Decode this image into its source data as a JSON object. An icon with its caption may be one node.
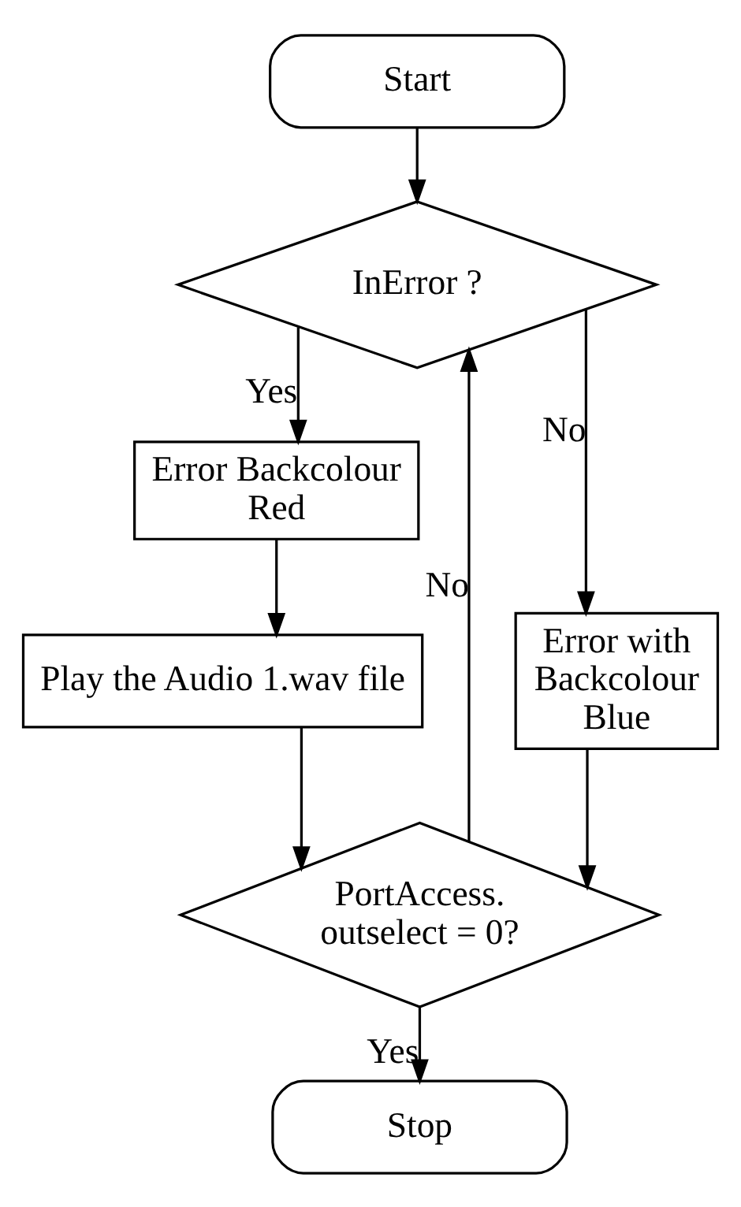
{
  "diagram": {
    "nodes": [
      {
        "text": [
          "Start"
        ]
      },
      {
        "text": [
          "InError ?"
        ]
      },
      {
        "text": [
          "Error Backcolour Red"
        ]
      },
      {
        "text": [
          "Play the Audio 1.wav file"
        ]
      },
      {
        "text": [
          "Error with Backcolour Blue"
        ]
      },
      {
        "text": [
          "PortAccess. outselect = 0?"
        ]
      },
      {
        "text": [
          "Stop"
        ]
      }
    ],
    "edges": [
      {
        "from": 0,
        "to": 1,
        "arrow": "to"
      },
      {
        "from": 1,
        "to": 2,
        "arrow": "to",
        "label": "Yes"
      },
      {
        "from": 1,
        "to": 4,
        "arrow": "to",
        "label": "No"
      },
      {
        "from": 2,
        "to": 3,
        "arrow": "to"
      },
      {
        "from": 3,
        "to": 5,
        "arrow": "to"
      },
      {
        "from": 4,
        "to": 5,
        "arrow": "to"
      },
      {
        "from": 5,
        "to": 1,
        "arrow": "to",
        "label": "No"
      },
      {
        "from": 5,
        "to": 6,
        "arrow": "to",
        "label": "Yes"
      }
    ]
  }
}
